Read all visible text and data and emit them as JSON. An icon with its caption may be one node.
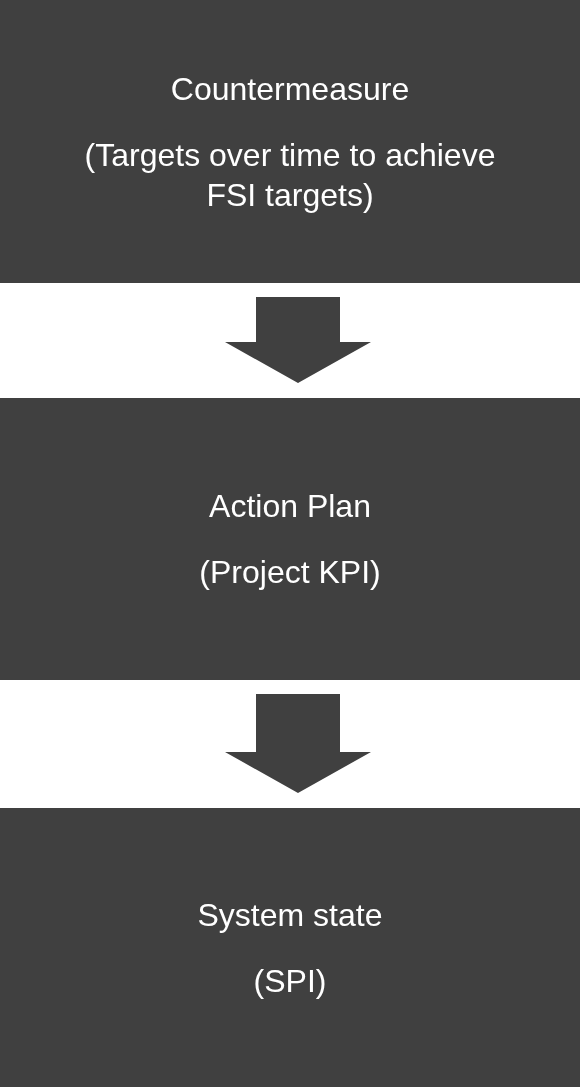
{
  "diagram": {
    "nodes": [
      {
        "text": [
          "Countermeasure",
          "(Targets over time to achieve FSI targets)"
        ]
      },
      {
        "text": [
          "Action Plan",
          "(Project KPI)"
        ]
      },
      {
        "text": [
          "System state",
          "(SPI)"
        ]
      }
    ],
    "edges": [
      {
        "from": 0,
        "to": 1,
        "arrow": "to"
      },
      {
        "from": 1,
        "to": 2,
        "arrow": "to"
      }
    ]
  }
}
